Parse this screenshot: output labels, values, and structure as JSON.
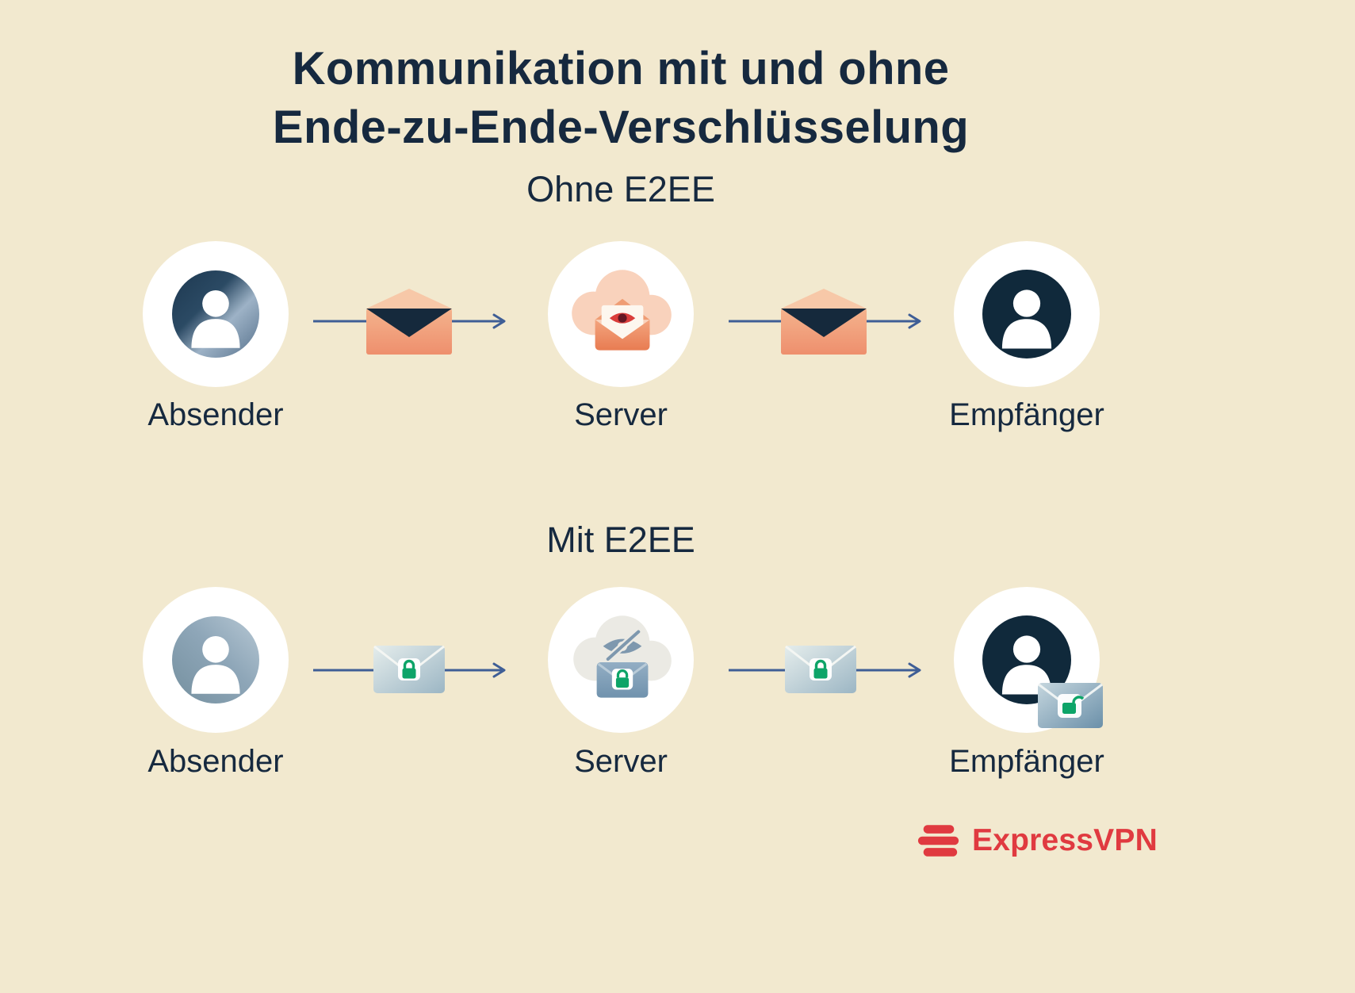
{
  "title": {
    "line1": "Kommunikation mit und ohne",
    "line2": "Ende-zu-Ende-Verschlüsselung"
  },
  "sections": [
    {
      "id": "ohne-e2ee",
      "heading": "Ohne E2EE",
      "nodes": [
        {
          "label": "Absender",
          "icon": "sender-avatar-icon"
        },
        {
          "label": "Server",
          "icon": "cloud-server-opened-mail-eye-icon"
        },
        {
          "label": "Empfänger",
          "icon": "recipient-avatar-icon"
        }
      ],
      "connectors": [
        {
          "icon": "open-envelope-icon"
        },
        {
          "icon": "open-envelope-icon"
        }
      ]
    },
    {
      "id": "mit-e2ee",
      "heading": "Mit E2EE",
      "nodes": [
        {
          "label": "Absender",
          "icon": "sender-avatar-icon"
        },
        {
          "label": "Server",
          "icon": "cloud-server-hidden-eye-locked-mail-icon"
        },
        {
          "label": "Empfänger",
          "icon": "recipient-avatar-unlocked-envelope-icon"
        }
      ],
      "connectors": [
        {
          "icon": "locked-envelope-icon"
        },
        {
          "icon": "locked-envelope-icon"
        }
      ]
    }
  ],
  "brand": {
    "name": "ExpressVPN",
    "logo_icon": "expressvpn-logo-icon",
    "color": "#e03a40"
  },
  "colors": {
    "background": "#f2e9cf",
    "text_navy": "#16293f",
    "arrow_blue": "#3f5e96",
    "envelope_orange": "#ee906c",
    "flap_navy": "#15293c",
    "envelope_steel_blue": "#9cb6c4",
    "lock_green": "#0da468",
    "eye_red": "#da3d3b",
    "brand_red": "#e03a40"
  }
}
